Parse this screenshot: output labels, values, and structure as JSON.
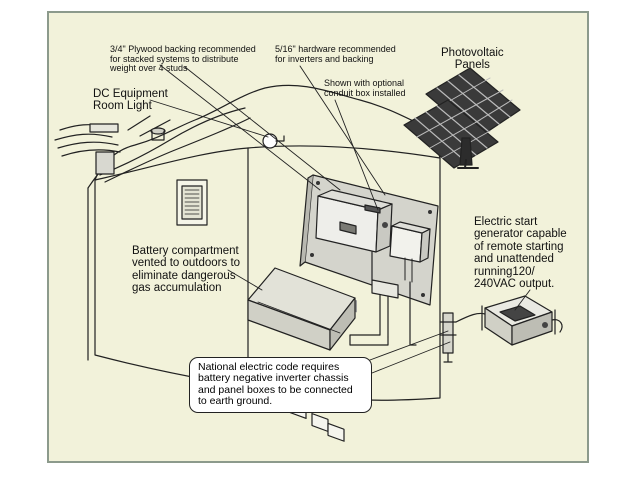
{
  "labels": {
    "plywood": [
      "3/4\" Plywood backing recommended",
      "for stacked systems to distribute",
      "weight over 4 studs"
    ],
    "hardware": [
      "5/16\" hardware recommended",
      "for inverters and backing"
    ],
    "conduit": [
      "Shown with optional",
      "conduit box installed"
    ],
    "pv": [
      "Photovoltaic",
      "Panels"
    ],
    "light": [
      "DC Equipment",
      "Room Light"
    ],
    "battery": [
      "Battery compartment",
      "vented to outdoors to",
      "eliminate dangerous",
      "gas accumulation"
    ],
    "generator": [
      "Electric start",
      "generator capable",
      "of remote starting",
      "and unattended",
      "running120/",
      "240VAC output."
    ],
    "code_note": [
      "National electric code requires",
      "battery negative inverter chassis",
      "and panel boxes to be connected",
      "to earth ground."
    ]
  }
}
